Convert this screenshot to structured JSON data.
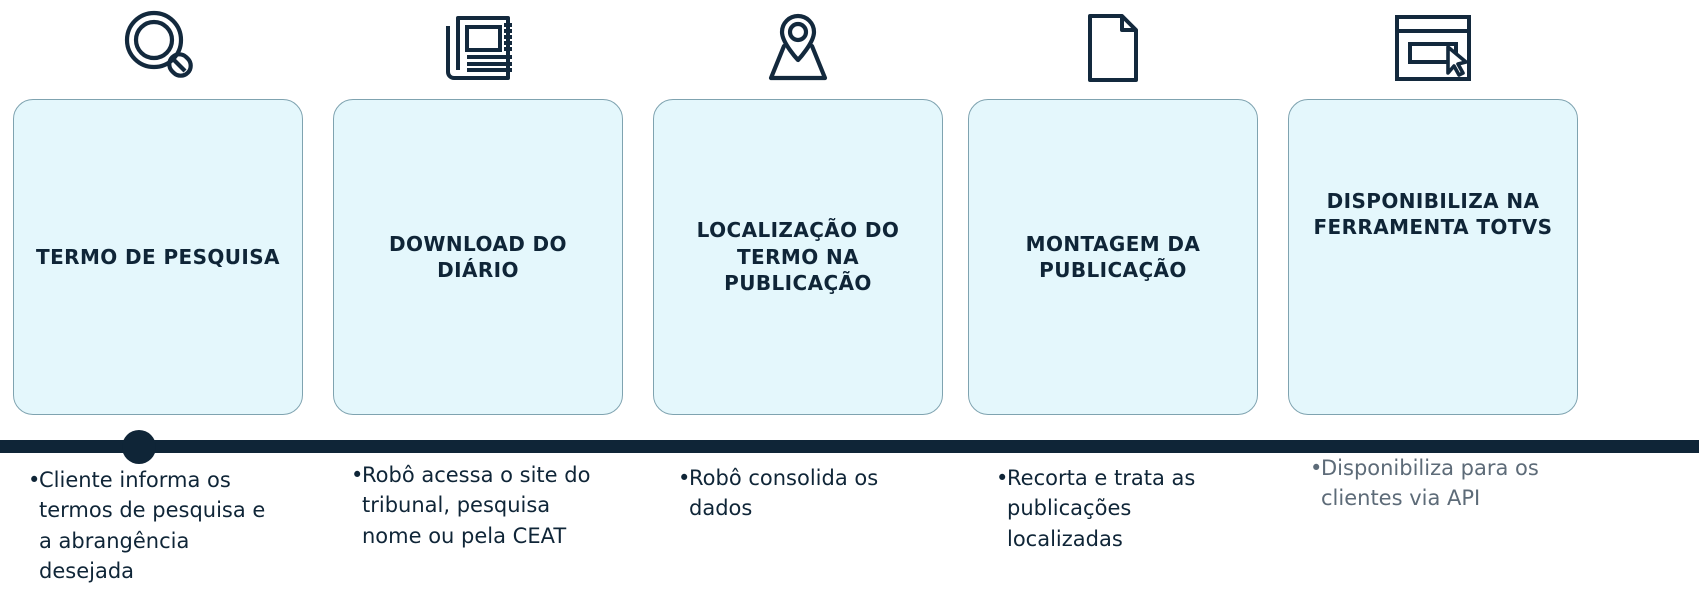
{
  "diagram": {
    "title_semantic": "processo-de-pesquisa-de-publicacoes",
    "accent_dark": "#0f2537",
    "card_fill": "#e4f7fc",
    "card_border": "#7fa3b0",
    "muted_text": "#5d6b78"
  },
  "steps": [
    {
      "icon": "magnifier-icon",
      "title": "TERMO DE PESQUISA",
      "bullet": "Cliente informa os termos de pesquisa e a abrangência desejada",
      "bullet_marker": "•",
      "muted": false
    },
    {
      "icon": "newspaper-icon",
      "title": "DOWNLOAD DO DIÁRIO",
      "bullet": "Robô acessa o site do tribunal, pesquisa nome ou pela CEAT",
      "bullet_marker": "•",
      "muted": false
    },
    {
      "icon": "map-pin-icon",
      "title": "LOCALIZAÇÃO DO TERMO NA PUBLICAÇÃO",
      "bullet": "Robô consolida os dados",
      "bullet_marker": "•",
      "muted": false
    },
    {
      "icon": "document-icon",
      "title": "MONTAGEM DA PUBLICAÇÃO",
      "bullet": "Recorta e trata as publicações localizadas",
      "bullet_marker": "•",
      "muted": false
    },
    {
      "icon": "browser-window-cursor-icon",
      "title": "DISPONIBILIZA NA FERRAMENTA TOTVS",
      "bullet": "Disponibiliza para os clientes via API",
      "bullet_marker": "•",
      "muted": true
    }
  ]
}
